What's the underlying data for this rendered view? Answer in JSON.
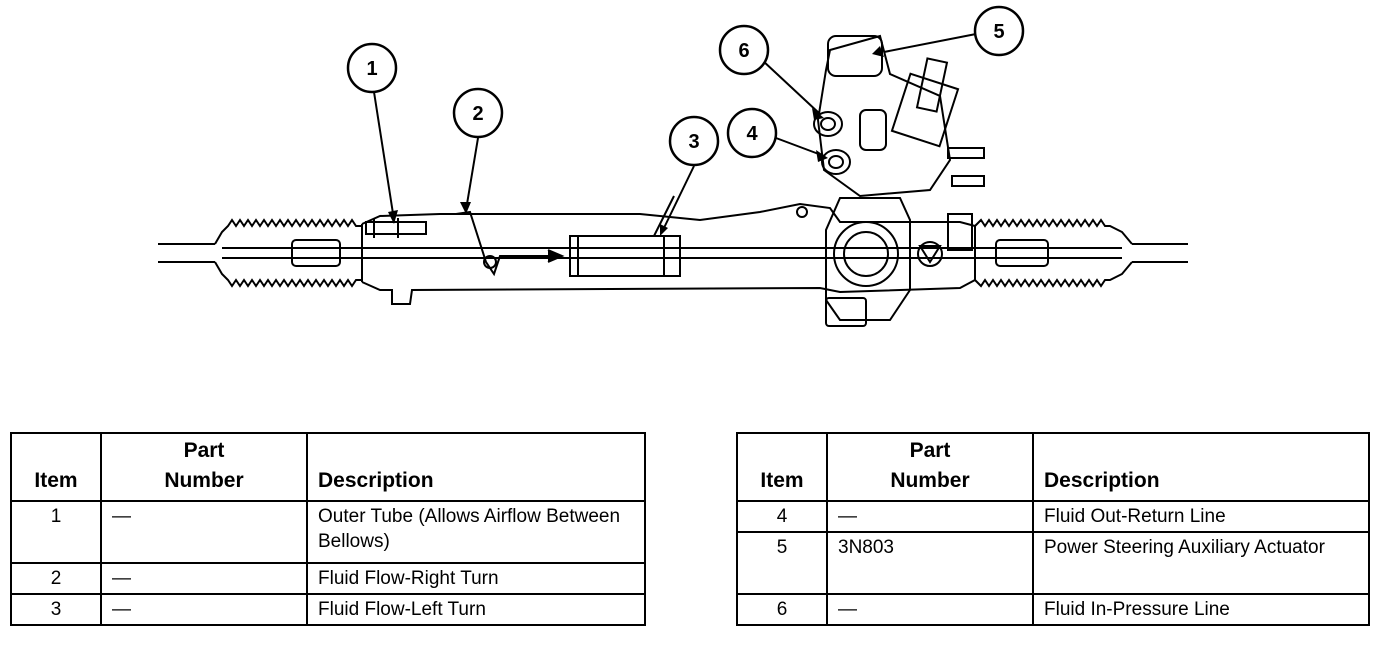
{
  "callouts": [
    "1",
    "2",
    "3",
    "4",
    "5",
    "6"
  ],
  "tables": {
    "left": {
      "headers": {
        "item": "Item",
        "part": "Part\nNumber",
        "description": "Description"
      },
      "rows": [
        {
          "item": "1",
          "part": "—",
          "description": "Outer Tube (Allows Airflow Between Bellows)"
        },
        {
          "item": "2",
          "part": "—",
          "description": "Fluid Flow-Right Turn"
        },
        {
          "item": "3",
          "part": "—",
          "description": "Fluid Flow-Left Turn"
        }
      ]
    },
    "right": {
      "headers": {
        "item": "Item",
        "part": "Part\nNumber",
        "description": "Description"
      },
      "rows": [
        {
          "item": "4",
          "part": "—",
          "description": "Fluid Out-Return Line"
        },
        {
          "item": "5",
          "part": "3N803",
          "description": "Power Steering Auxiliary Actuator"
        },
        {
          "item": "6",
          "part": "—",
          "description": "Fluid In-Pressure Line"
        }
      ]
    }
  }
}
